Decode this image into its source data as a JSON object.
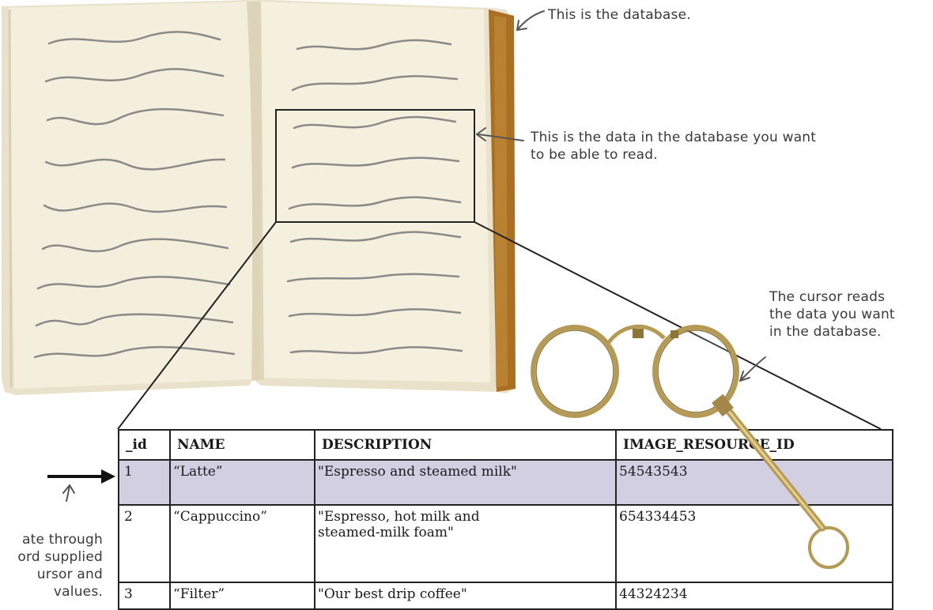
{
  "annotations": {
    "database": "This is the database.",
    "data_line1": "This is the data in the database you want",
    "data_line2": "to be able to read.",
    "cursor_line1": "The cursor reads",
    "cursor_line2": "the data you want",
    "cursor_line3": "in the database.",
    "iterate_line1": "ate through",
    "iterate_line2": "ord supplied",
    "iterate_line3": "ursor and",
    "iterate_line4": "values."
  },
  "table": {
    "headers": [
      "_id",
      "NAME",
      "DESCRIPTION",
      "IMAGE_RESOURCE_ID"
    ],
    "rows": [
      {
        "id": "1",
        "name": "“Latte”",
        "description": "\"Espresso and steamed milk\"",
        "image_resource_id": "54543543"
      },
      {
        "id": "2",
        "name": "“Cappuccino”",
        "description": "\"Espresso, hot milk and\n steamed-milk foam\"",
        "image_resource_id": "654334453"
      },
      {
        "id": "3",
        "name": "“Filter”",
        "description": "\"Our best drip coffee\"",
        "image_resource_id": "44324234"
      }
    ],
    "highlight_color": "#d3cfe3"
  },
  "colors": {
    "page": "#efe9d8",
    "scribble": "#8a8a8a",
    "book_edge": "#a96f22",
    "lorgnette": "#b59a55"
  },
  "icons": [
    "open-book-illustration",
    "lorgnette-illustration",
    "pointer-arrow-icon"
  ]
}
